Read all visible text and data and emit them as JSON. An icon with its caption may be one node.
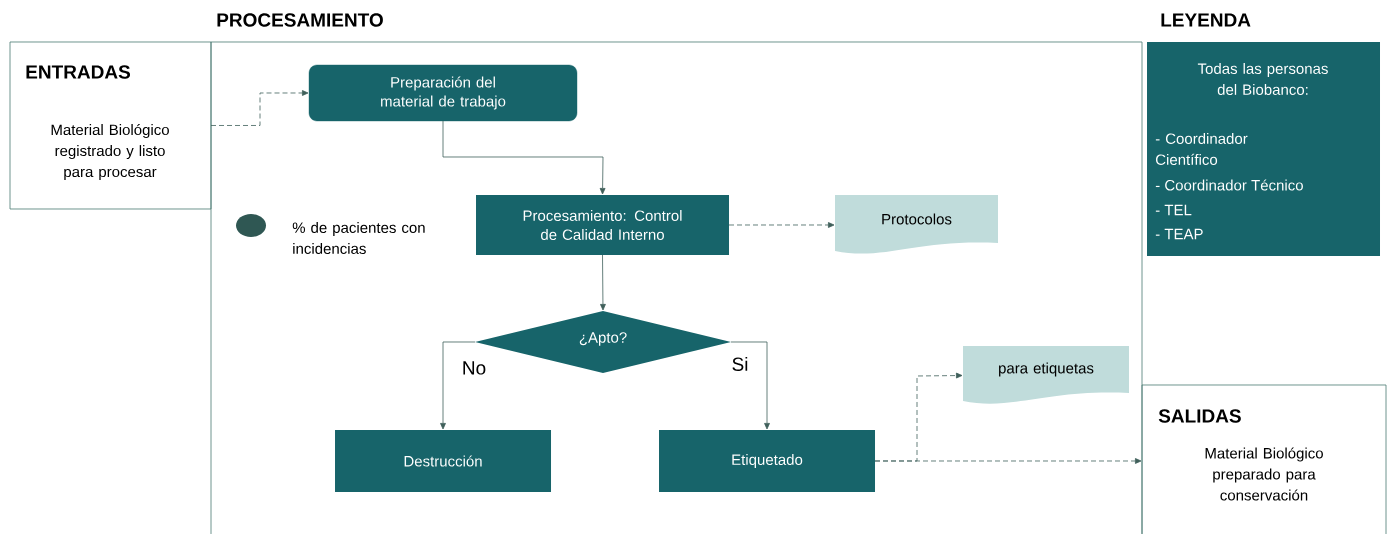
{
  "diagram": {
    "nodes": [
      {
        "text": [
          "ENTRADAS",
          "Material Biológico registrado y listo para procesar"
        ]
      },
      {
        "text": [
          "PROCESAMIENTO"
        ]
      },
      {
        "text": [
          "Preparación del material de trabajo"
        ],
        "in": 1
      },
      {
        "text": [
          "Procesamiento: Control de Calidad Interno"
        ],
        "in": 1
      },
      {
        "text": [
          "Protocolos"
        ],
        "in": 1
      },
      {
        "text": [
          "¿Apto?"
        ],
        "in": 1
      },
      {
        "text": [
          "Destrucción"
        ],
        "in": 1
      },
      {
        "text": [
          "Etiquetado"
        ],
        "in": 1
      },
      {
        "text": [
          "para etiquetas"
        ],
        "in": 1
      },
      {
        "text": [
          "LEYENDA",
          "Todas las personas del Biobanco:",
          "- Coordinador Científico",
          "- Coordinador Técnico",
          "- TEL",
          "- TEAP"
        ]
      },
      {
        "text": [
          "SALIDAS",
          "Material Biológico preparado para conservación"
        ]
      },
      {
        "text": [],
        "shape": "circle",
        "beside": [
          "% de pacientes con incidencias"
        ],
        "in": 1
      }
    ],
    "edges": [
      {
        "from": 0,
        "to": 2,
        "arrow": "to",
        "style": "dashed"
      },
      {
        "from": 2,
        "to": 3,
        "arrow": "to"
      },
      {
        "from": 3,
        "to": 4,
        "arrow": "to",
        "style": "dashed"
      },
      {
        "from": 3,
        "to": 5,
        "arrow": "to"
      },
      {
        "from": 5,
        "to": 6,
        "arrow": "to",
        "label": "No"
      },
      {
        "from": 5,
        "to": 7,
        "arrow": "to",
        "label": "Si"
      },
      {
        "from": 7,
        "to": 8,
        "arrow": "to",
        "style": "dashed"
      },
      {
        "from": 7,
        "to": 10,
        "arrow": "to",
        "style": "dashed"
      }
    ]
  }
}
